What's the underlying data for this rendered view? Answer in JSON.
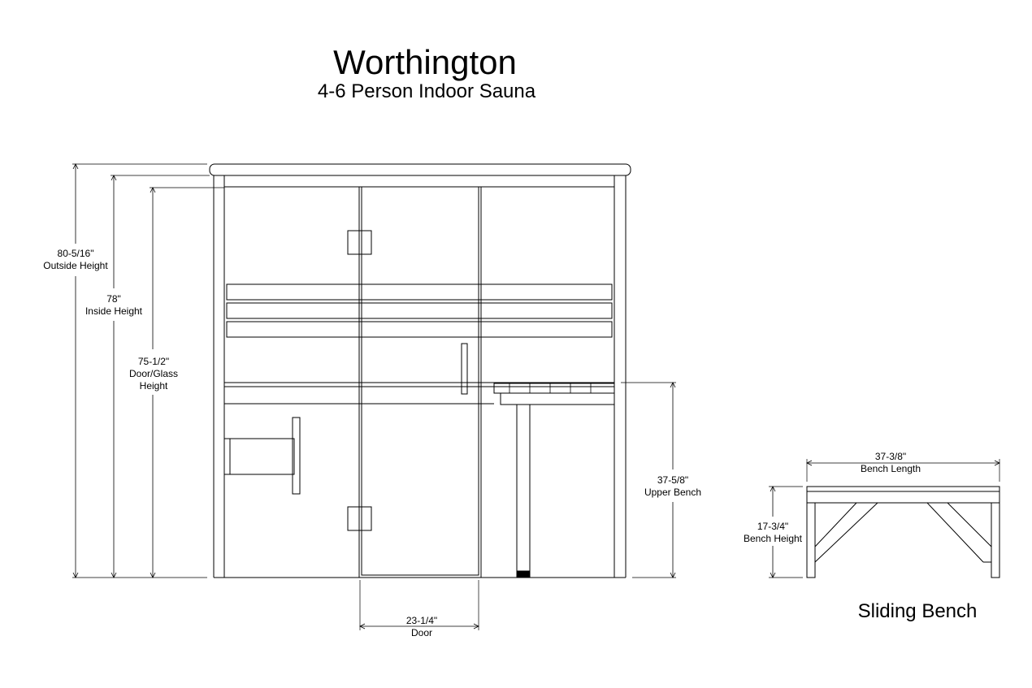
{
  "title": "Worthington",
  "subtitle": "4-6 Person Indoor Sauna",
  "dimensions": {
    "outside_height": {
      "value": "80-5/16\"",
      "label": "Outside Height"
    },
    "inside_height": {
      "value": "78\"",
      "label": "Inside Height"
    },
    "door_glass_height": {
      "value": "75-1/2\"",
      "label_line1": "Door/Glass",
      "label_line2": "Height"
    },
    "upper_bench": {
      "value": "37-5/8\"",
      "label": "Upper Bench"
    },
    "door_width": {
      "value": "23-1/4\"",
      "label": "Door"
    },
    "bench_length": {
      "value": "37-3/8\"",
      "label": "Bench Length"
    },
    "bench_height": {
      "value": "17-3/4\"",
      "label": "Bench Height"
    }
  },
  "bench_title": "Sliding Bench"
}
